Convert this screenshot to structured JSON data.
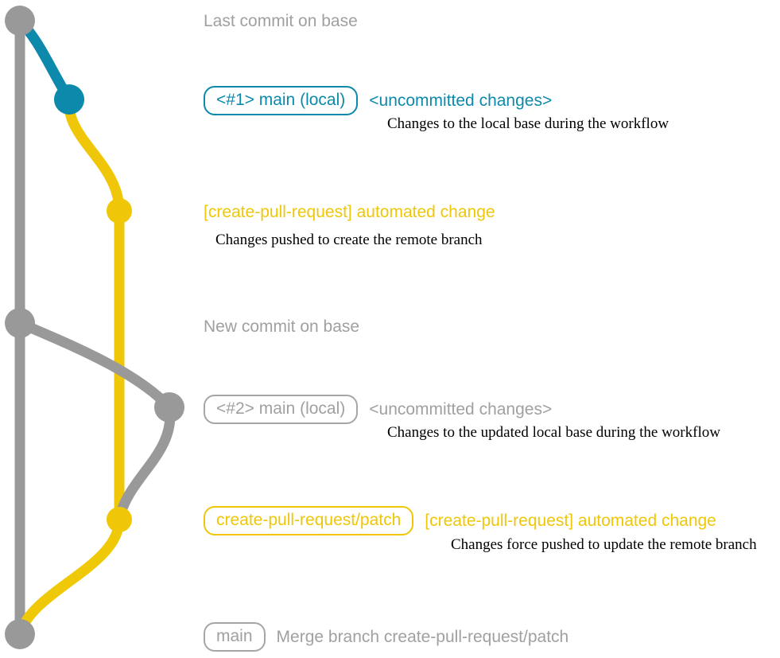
{
  "theme": {
    "base_color": "#999999",
    "local_branch_color": "#0d89ab",
    "patch_branch_color": "#efc708",
    "text_color": "#000000",
    "background": "#ffffff"
  },
  "commits": [
    {
      "id": "base-last",
      "lane": "base",
      "color": "#999999",
      "ref_label": null,
      "subject": "Last commit on base",
      "body": null
    },
    {
      "id": "local-1",
      "lane": "local",
      "color": "#0d89ab",
      "ref_label": "<#1> main (local)",
      "subject": "<uncommitted changes>",
      "body": "Changes to the local base during the workflow"
    },
    {
      "id": "patch-1",
      "lane": "patch",
      "color": "#efc708",
      "ref_label": null,
      "subject": "[create-pull-request] automated change",
      "body": "Changes pushed to create the remote branch"
    },
    {
      "id": "base-new",
      "lane": "base",
      "color": "#999999",
      "ref_label": null,
      "subject": "New commit on base",
      "body": null
    },
    {
      "id": "local-2",
      "lane": "local2",
      "color": "#999999",
      "ref_label": "<#2> main (local)",
      "subject": "<uncommitted changes>",
      "body": "Changes to the updated local base during the workflow"
    },
    {
      "id": "patch-2",
      "lane": "patch",
      "color": "#efc708",
      "ref_label": "create-pull-request/patch",
      "subject": "[create-pull-request] automated change",
      "body": "Changes force pushed to update the remote branch"
    },
    {
      "id": "merge",
      "lane": "base",
      "color": "#999999",
      "ref_label": "main",
      "subject": "Merge branch create-pull-request/patch",
      "body": null
    }
  ]
}
